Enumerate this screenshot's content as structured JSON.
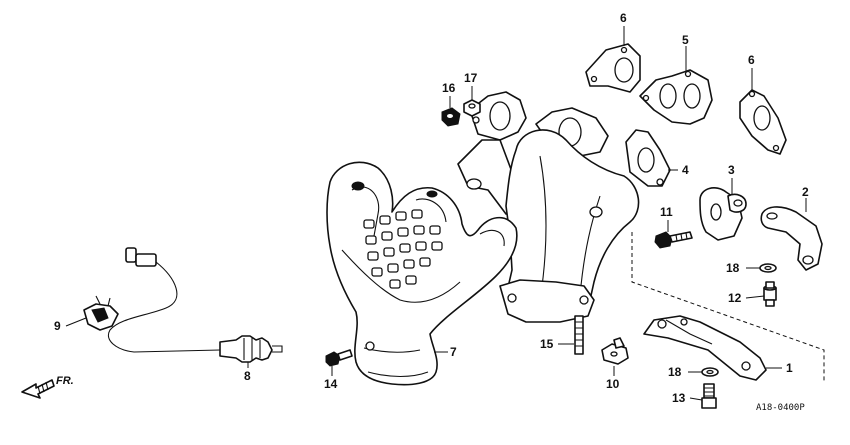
{
  "callouts": [
    {
      "id": "c1",
      "label": "1"
    },
    {
      "id": "c2",
      "label": "2"
    },
    {
      "id": "c3",
      "label": "3"
    },
    {
      "id": "c4",
      "label": "4"
    },
    {
      "id": "c5",
      "label": "5"
    },
    {
      "id": "c6a",
      "label": "6"
    },
    {
      "id": "c6b",
      "label": "6"
    },
    {
      "id": "c7",
      "label": "7"
    },
    {
      "id": "c8",
      "label": "8"
    },
    {
      "id": "c9",
      "label": "9"
    },
    {
      "id": "c10",
      "label": "10"
    },
    {
      "id": "c11",
      "label": "11"
    },
    {
      "id": "c12",
      "label": "12"
    },
    {
      "id": "c13",
      "label": "13"
    },
    {
      "id": "c14",
      "label": "14"
    },
    {
      "id": "c15",
      "label": "15"
    },
    {
      "id": "c16",
      "label": "16"
    },
    {
      "id": "c17",
      "label": "17"
    },
    {
      "id": "c18a",
      "label": "18"
    },
    {
      "id": "c18b",
      "label": "18"
    }
  ],
  "direction_marker": "FR.",
  "diagram_code": "A18-0400P",
  "line_color": "#111111",
  "background_color": "#ffffff"
}
